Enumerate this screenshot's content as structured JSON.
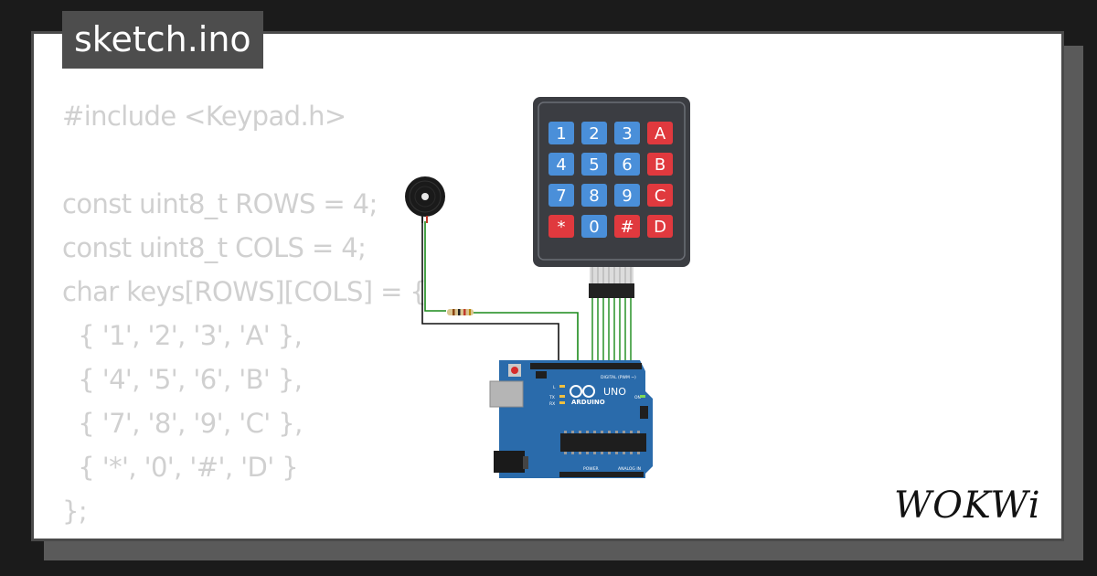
{
  "header": {
    "filename": "sketch.ino"
  },
  "code": {
    "lines": [
      "#include <Keypad.h>",
      "",
      "const uint8_t ROWS = 4;",
      "const uint8_t COLS = 4;",
      "char keys[ROWS][COLS] = {",
      "  { '1', '2', '3', 'A' },",
      "  { '4', '5', '6', 'B' },",
      "  { '7', '8', '9', 'C' },",
      "  { '*', '0', '#', 'D' }",
      "};"
    ]
  },
  "keypad": {
    "rows": [
      [
        "1",
        "2",
        "3",
        "A"
      ],
      [
        "4",
        "5",
        "6",
        "B"
      ],
      [
        "7",
        "8",
        "9",
        "C"
      ],
      [
        "*",
        "0",
        "#",
        "D"
      ]
    ],
    "digit_color": "#4a8fd9",
    "letter_color": "#e0393e"
  },
  "arduino": {
    "brand": "ARDUINO",
    "model": "UNO",
    "digital_label": "DIGITAL (PWM ~)",
    "power_label": "POWER",
    "analog_label": "ANALOG IN",
    "on_label": "ON",
    "l_label": "L",
    "tx_label": "TX",
    "rx_label": "RX",
    "board_color": "#2a6bab"
  },
  "brand": {
    "logo": "WOKWi"
  },
  "colors": {
    "background": "#1b1b1b",
    "card": "#ffffff",
    "code_text": "#d0d0d0",
    "wire_green": "#1a8a1a",
    "wire_black": "#111111"
  }
}
